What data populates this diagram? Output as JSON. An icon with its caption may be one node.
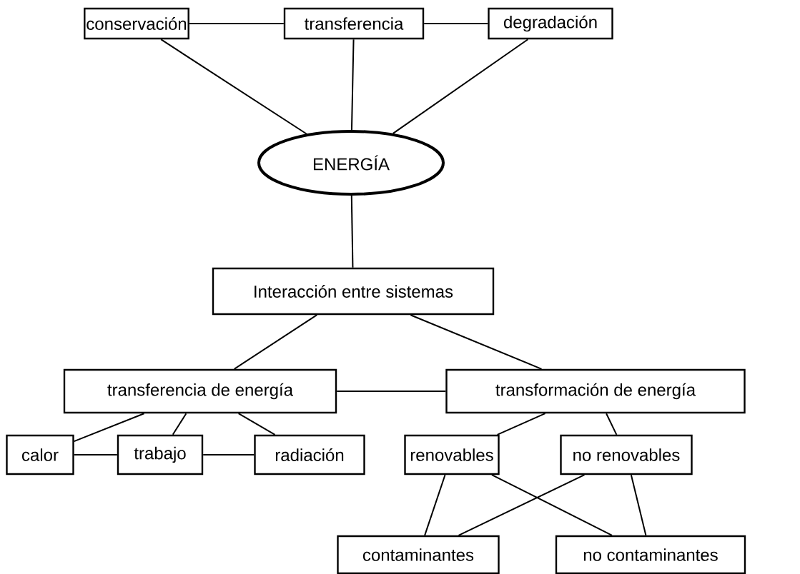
{
  "diagram": {
    "nodes": [
      {
        "text": [
          "conservación"
        ]
      },
      {
        "text": [
          "transferencia"
        ]
      },
      {
        "text": [
          "degradación"
        ]
      },
      {
        "text": [
          "ENERGÍA"
        ]
      },
      {
        "text": [
          "Interacción entre sistemas"
        ]
      },
      {
        "text": [
          "transferencia de energía"
        ]
      },
      {
        "text": [
          "transformación de energía"
        ]
      },
      {
        "text": [
          "calor"
        ]
      },
      {
        "text": [
          "trabajo"
        ]
      },
      {
        "text": [
          "radiación"
        ]
      },
      {
        "text": [
          "renovables"
        ]
      },
      {
        "text": [
          "no renovables"
        ]
      },
      {
        "text": [
          "contaminantes"
        ]
      },
      {
        "text": [
          "no contaminantes"
        ]
      }
    ],
    "edges": [
      {
        "from": 0,
        "to": 1,
        "arrow": "none"
      },
      {
        "from": 1,
        "to": 2,
        "arrow": "none"
      },
      {
        "from": 0,
        "to": 3,
        "arrow": "none"
      },
      {
        "from": 1,
        "to": 3,
        "arrow": "none"
      },
      {
        "from": 2,
        "to": 3,
        "arrow": "none"
      },
      {
        "from": 3,
        "to": 4,
        "arrow": "none"
      },
      {
        "from": 4,
        "to": 5,
        "arrow": "none"
      },
      {
        "from": 4,
        "to": 6,
        "arrow": "none"
      },
      {
        "from": 5,
        "to": 6,
        "arrow": "none"
      },
      {
        "from": 5,
        "to": 7,
        "arrow": "none"
      },
      {
        "from": 5,
        "to": 8,
        "arrow": "none"
      },
      {
        "from": 5,
        "to": 9,
        "arrow": "none"
      },
      {
        "from": 7,
        "to": 8,
        "arrow": "none"
      },
      {
        "from": 8,
        "to": 9,
        "arrow": "none"
      },
      {
        "from": 6,
        "to": 10,
        "arrow": "none"
      },
      {
        "from": 6,
        "to": 11,
        "arrow": "none"
      },
      {
        "from": 10,
        "to": 12,
        "arrow": "none"
      },
      {
        "from": 10,
        "to": 13,
        "arrow": "none"
      },
      {
        "from": 11,
        "to": 12,
        "arrow": "none"
      },
      {
        "from": 11,
        "to": 13,
        "arrow": "none"
      }
    ]
  }
}
